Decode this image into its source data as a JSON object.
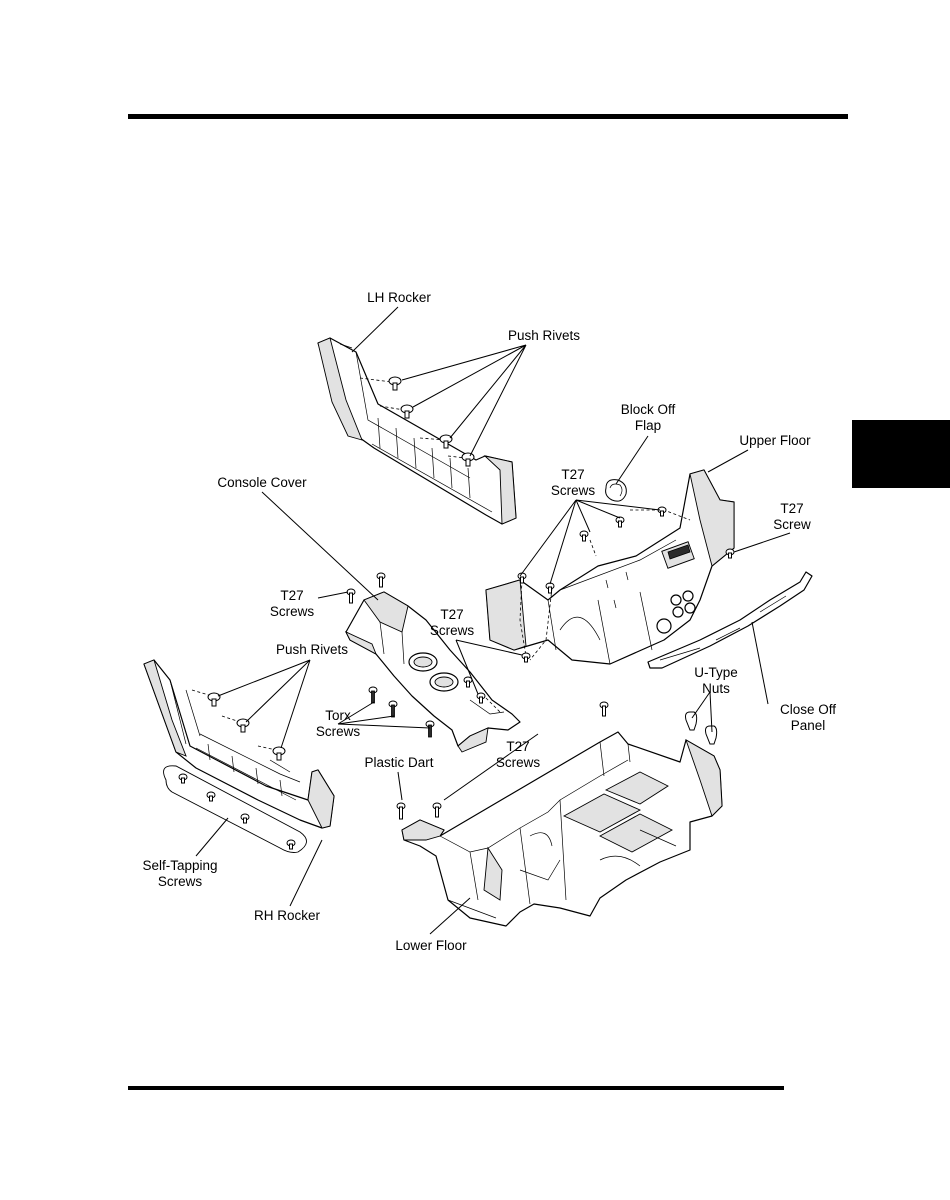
{
  "labels": {
    "lh_rocker": "LH Rocker",
    "push_rivets_top": "Push Rivets",
    "block_off_flap_1": "Block Off",
    "block_off_flap_2": "Flap",
    "upper_floor": "Upper Floor",
    "t27_screws_top_1": "T27",
    "t27_screws_top_2": "Screws",
    "t27_screw_right_1": "T27",
    "t27_screw_right_2": "Screw",
    "console_cover": "Console Cover",
    "t27_screws_left_1": "T27",
    "t27_screws_left_2": "Screws",
    "t27_screws_mid_1": "T27",
    "t27_screws_mid_2": "Screws",
    "push_rivets_left": "Push Rivets",
    "torx_screws_1": "Torx",
    "torx_screws_2": "Screws",
    "u_type_nuts_1": "U-Type",
    "u_type_nuts_2": "Nuts",
    "close_off_panel_1": "Close Off",
    "close_off_panel_2": "Panel",
    "t27_screws_lower_1": "T27",
    "t27_screws_lower_2": "Screws",
    "plastic_dart": "Plastic Dart",
    "self_tapping_1": "Self-Tapping",
    "self_tapping_2": "Screws",
    "rh_rocker": "RH Rocker",
    "lower_floor": "Lower Floor"
  },
  "colors": {
    "ink": "#000000",
    "paper": "#ffffff",
    "tab": "#000000",
    "shade": "#e2e2e2"
  }
}
